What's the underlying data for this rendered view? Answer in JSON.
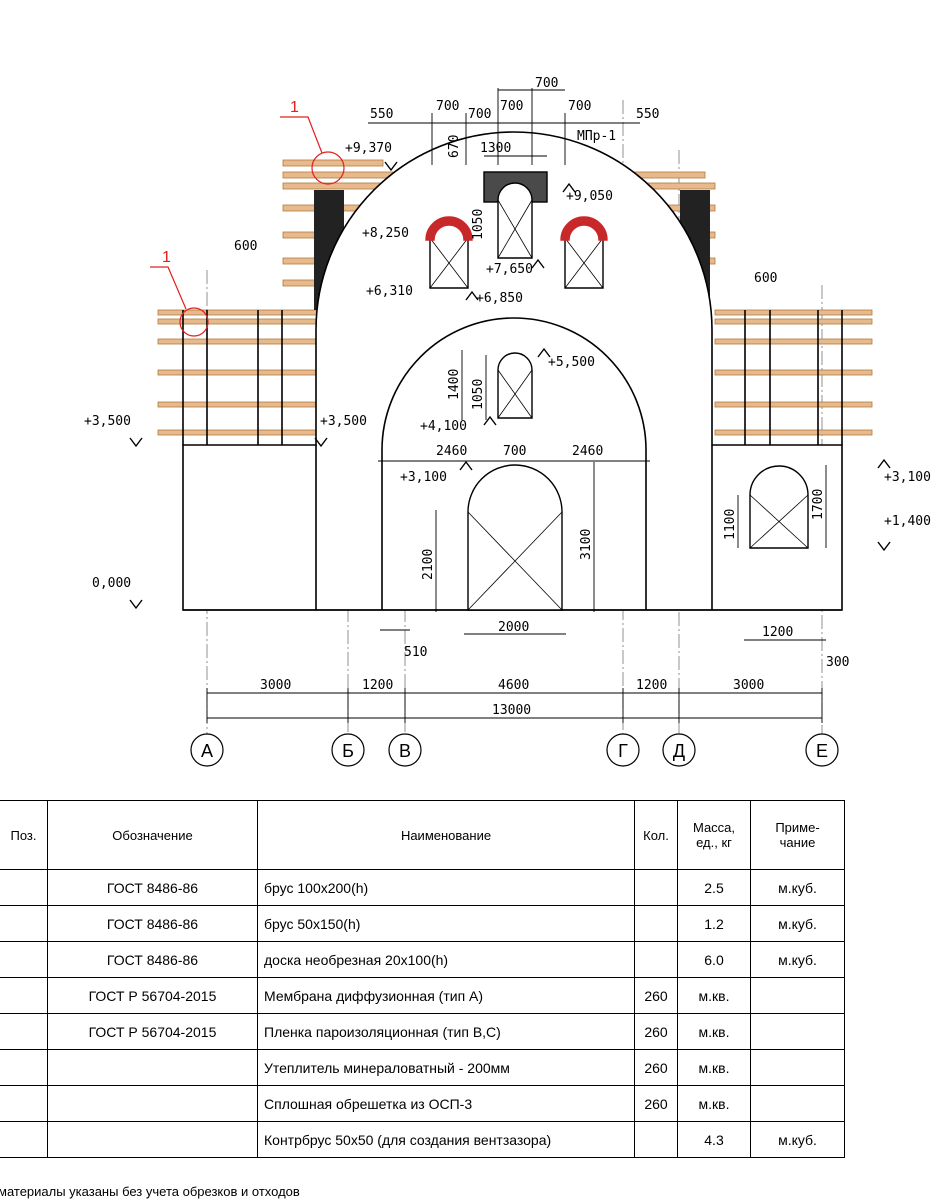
{
  "marks": {
    "callout": "1",
    "mpr": "МПр-1"
  },
  "levels": {
    "l9370": "+9,370",
    "l9050": "+9,050",
    "l8250": "+8,250",
    "l7650": "+7,650",
    "l6850": "+6,850",
    "l6310": "+6,310",
    "l5500": "+5,500",
    "l4100": "+4,100",
    "l3500a": "+3,500",
    "l3500b": "+3,500",
    "l3100a": "+3,100",
    "l3100b": "+3,100",
    "l1400": "+1,400",
    "l0": "0,000"
  },
  "dims": {
    "d550a": "550",
    "d700a": "700",
    "d700b": "700",
    "d700c": "700",
    "d700d": "700",
    "d700e": "700",
    "d550b": "550",
    "d670": "670",
    "d1300": "1300",
    "d1050a": "1050",
    "d600a": "600",
    "d600b": "600",
    "d1400": "1400",
    "d1050b": "1050",
    "d2460a": "2460",
    "d700f": "700",
    "d2460b": "2460",
    "d2100": "2100",
    "d3100": "3100",
    "d1100": "1100",
    "d1700": "1700",
    "d510": "510",
    "d2000": "2000",
    "d1200w": "1200",
    "d300": "300",
    "b3000a": "3000",
    "b1200a": "1200",
    "b4600": "4600",
    "b1200b": "1200",
    "b3000b": "3000",
    "b13000": "13000"
  },
  "axes": [
    "А",
    "Б",
    "В",
    "Г",
    "Д",
    "Е"
  ],
  "table": {
    "headers": [
      "Поз.",
      "Обозначение",
      "Наименование",
      "Кол.",
      "Масса,\nед., кг",
      "Приме-\nчание"
    ],
    "rows": [
      [
        "",
        "ГОСТ 8486-86",
        "брус 100х200(h)",
        "",
        "2.5",
        "м.куб."
      ],
      [
        "",
        "ГОСТ 8486-86",
        "брус 50х150(h)",
        "",
        "1.2",
        "м.куб."
      ],
      [
        "",
        "ГОСТ 8486-86",
        "доска необрезная 20х100(h)",
        "",
        "6.0",
        "м.куб."
      ],
      [
        "",
        "ГОСТ Р 56704-2015",
        "Мембрана диффузионная (тип А)",
        "260",
        "м.кв.",
        ""
      ],
      [
        "",
        "ГОСТ Р 56704-2015",
        "Пленка пароизоляционная (тип В,С)",
        "260",
        "м.кв.",
        ""
      ],
      [
        "",
        "",
        "Утеплитель минераловатный - 200мм",
        "260",
        "м.кв.",
        ""
      ],
      [
        "",
        "",
        "Сплошная обрешетка из ОСП-3",
        "260",
        "м.кв.",
        ""
      ],
      [
        "",
        "",
        "Контрбрус 50х50 (для создания вентзазора)",
        "",
        "4.3",
        "м.куб."
      ]
    ]
  },
  "note": "материалы указаны без учета обрезков и отходов",
  "colors": {
    "timber": "#e8b98a",
    "timberEdge": "#b07a45",
    "callout": "#e0201e",
    "brickRed": "#c8282a",
    "lintel": "#4a4a4a"
  }
}
